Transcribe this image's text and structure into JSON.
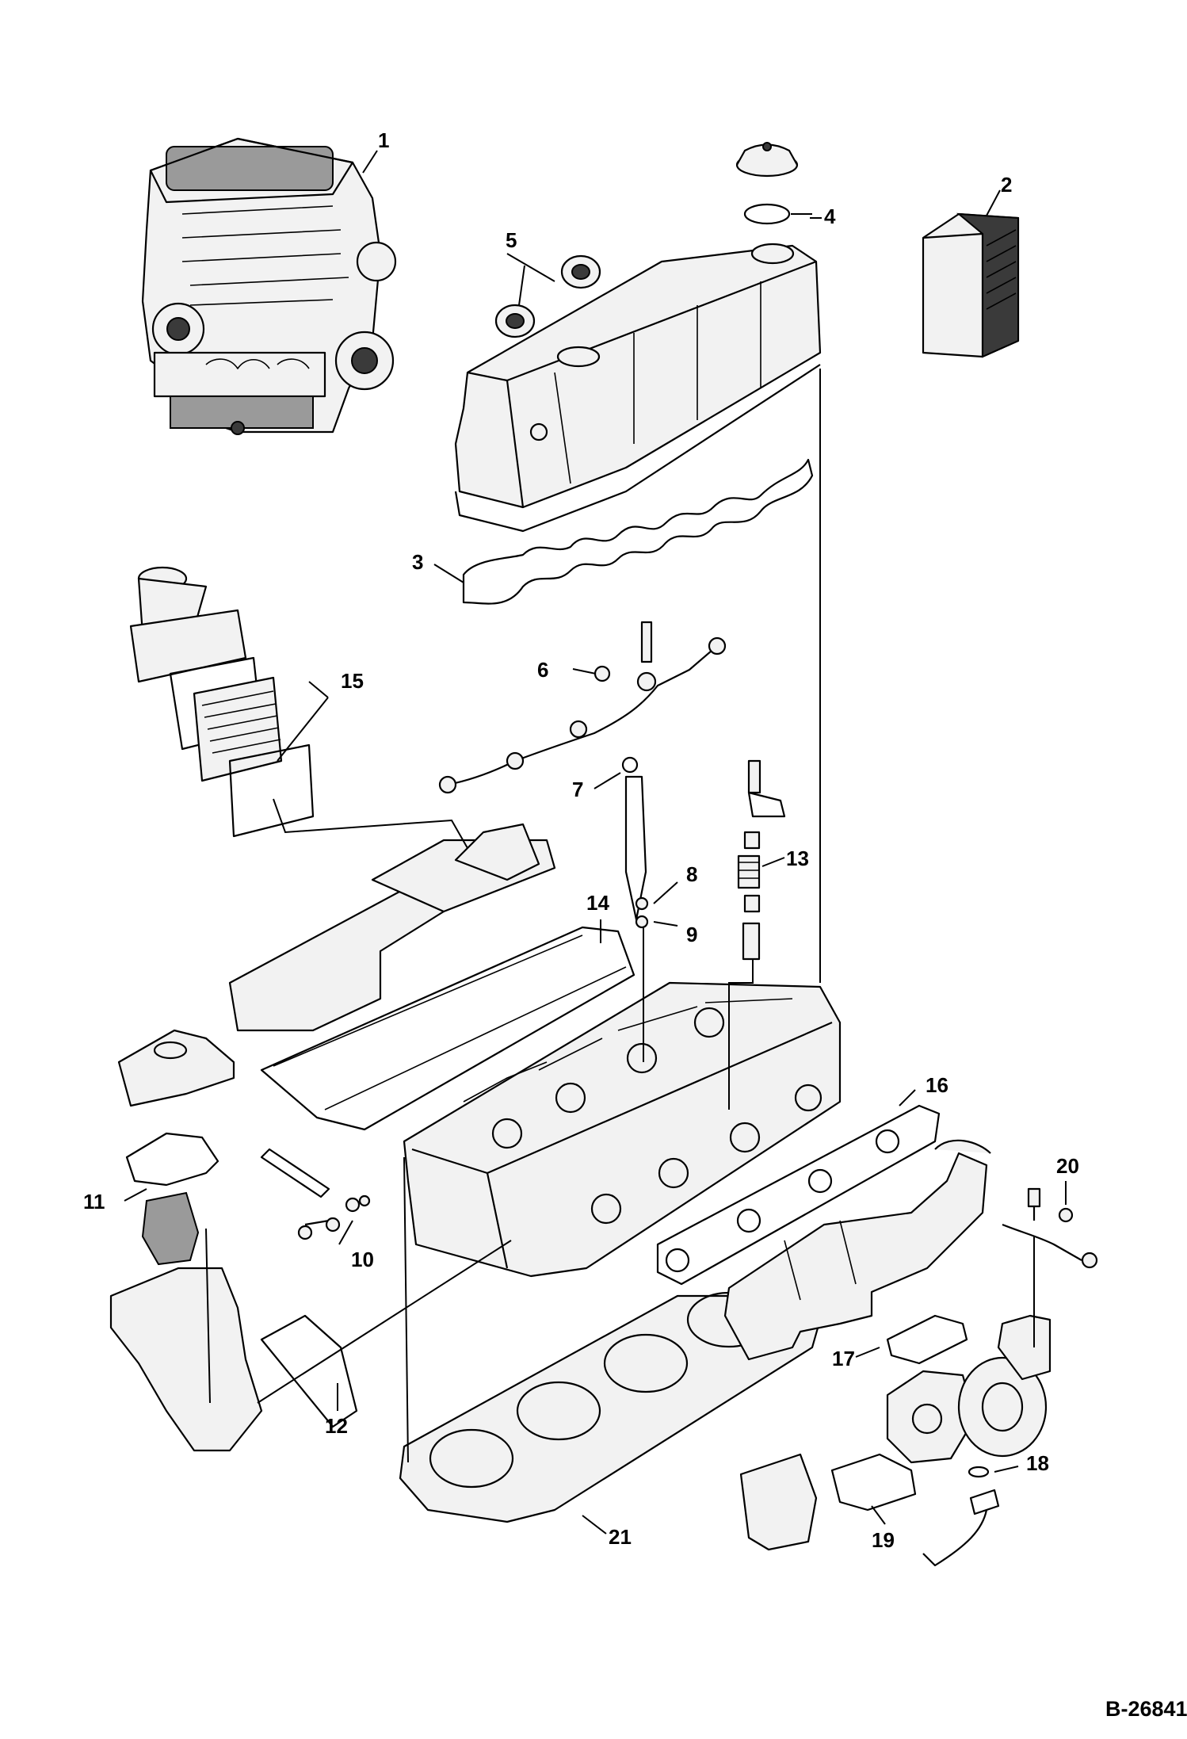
{
  "figure_ref": "B-26841",
  "callouts": [
    {
      "id": "1",
      "label": "1"
    },
    {
      "id": "2",
      "label": "2"
    },
    {
      "id": "3",
      "label": "3"
    },
    {
      "id": "4",
      "label": "4"
    },
    {
      "id": "5",
      "label": "5"
    },
    {
      "id": "6",
      "label": "6"
    },
    {
      "id": "7",
      "label": "7"
    },
    {
      "id": "8",
      "label": "8"
    },
    {
      "id": "9",
      "label": "9"
    },
    {
      "id": "10",
      "label": "10"
    },
    {
      "id": "11",
      "label": "11"
    },
    {
      "id": "12",
      "label": "12"
    },
    {
      "id": "13",
      "label": "13"
    },
    {
      "id": "14",
      "label": "14"
    },
    {
      "id": "15",
      "label": "15"
    },
    {
      "id": "16",
      "label": "16"
    },
    {
      "id": "17",
      "label": "17"
    },
    {
      "id": "18",
      "label": "18"
    },
    {
      "id": "19",
      "label": "19"
    },
    {
      "id": "20",
      "label": "20"
    },
    {
      "id": "21",
      "label": "21"
    }
  ]
}
